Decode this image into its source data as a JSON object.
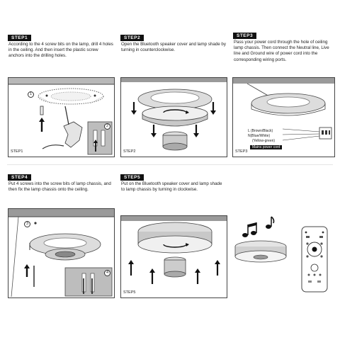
{
  "steps": [
    {
      "badge": "STEP1",
      "text": "According to the 4 screw bits on the lamp, drill 4 holes in the ceiling. And then insert the plastic screw anchors into the drilling holes.",
      "panel_label": "STEP1",
      "callouts": [
        "1",
        "2"
      ]
    },
    {
      "badge": "STEP2",
      "text": "Open the Bluetooth speaker cover and lamp shade by turning in counterclockwise.",
      "panel_label": "STEP2"
    },
    {
      "badge": "STEP3",
      "text": "Pass your power cord through the hole of ceiling lamp chassis. Then connect the Neutral line, Live line and Ground wire of power cord into the corresponding wiring ports.",
      "panel_label": "STEP3",
      "wiring": {
        "live": "L (Brown/Black)",
        "neutral": "N(Blue/White)",
        "ground": "(Yellow-green)",
        "mains": "Mains power cord"
      }
    },
    {
      "badge": "STEP4",
      "text": "Put 4 screws into the screw bits of lamp chassis, and then fix the lamp chassis onto the ceiling.",
      "callouts": [
        "3",
        "4"
      ]
    },
    {
      "badge": "STEP5",
      "text": "Put on the Bluetooth speaker cover and lamp shade to lamp chassis by turning in clockwise.",
      "panel_label": "STEP5"
    }
  ],
  "colors": {
    "badge_bg": "#111111",
    "line": "#444444",
    "wall": "#b8b8b8",
    "ceiling": "#9a9a9a"
  }
}
